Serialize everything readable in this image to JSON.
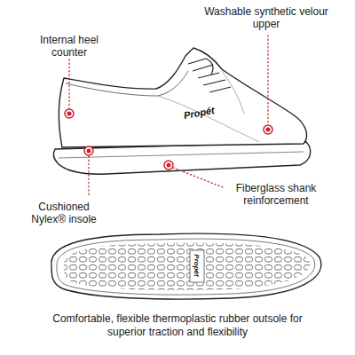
{
  "diagram": {
    "caption": "Comfortable, flexible thermoplastic rubber outsole for superior traction and flexibility",
    "labels": [
      "Internal heel counter",
      "Washable synthetic velour upper",
      "Propét",
      "Cushioned Nylex® insole",
      "Fiberglass shank reinforcement",
      "Propét"
    ]
  }
}
